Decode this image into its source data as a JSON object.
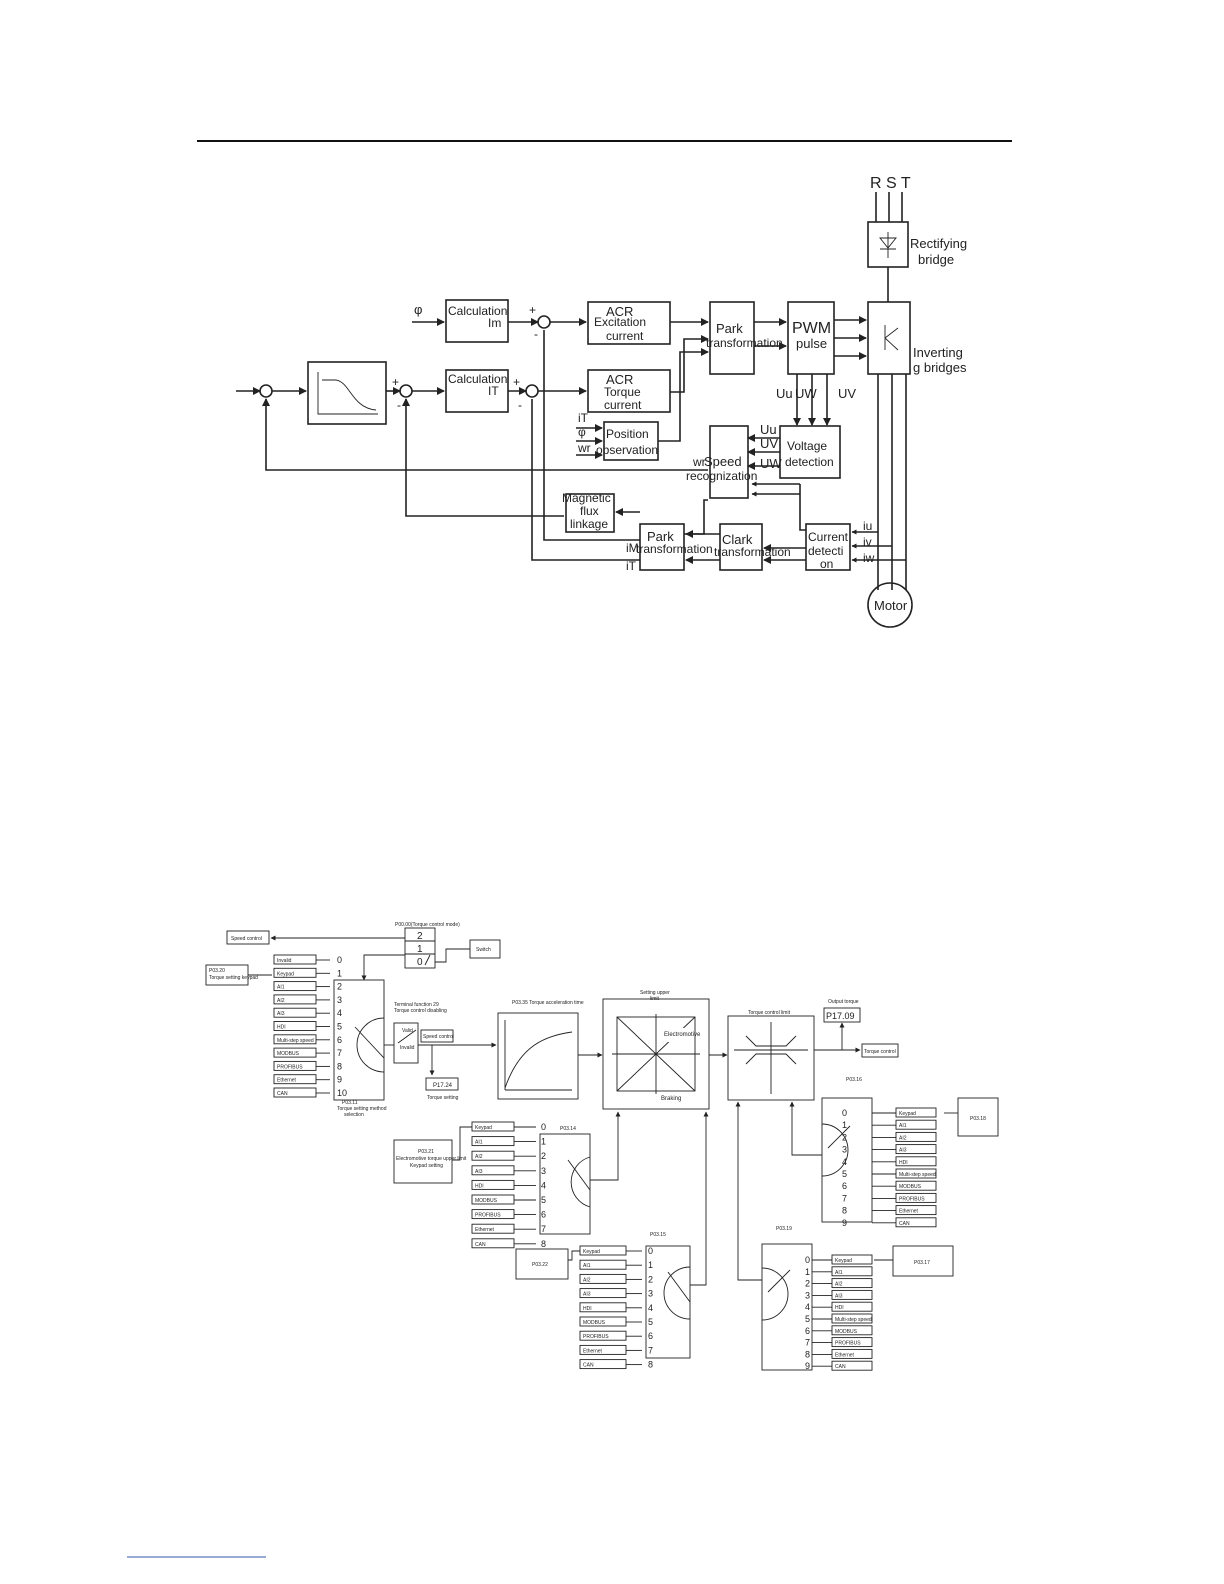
{
  "diagram1": {
    "supply": "R S T",
    "rectifying_bridge": [
      "Rectifying",
      "bridge"
    ],
    "inverting_bridge": [
      "Inverting",
      "g bridges"
    ],
    "phi_input": "φ",
    "calc_im": [
      "Calculation",
      "Im"
    ],
    "calc_it": [
      "Calculation",
      "IT"
    ],
    "acr_excitation": [
      "ACR",
      "Excitation",
      "current"
    ],
    "acr_torque": [
      "ACR",
      "Torque",
      "current"
    ],
    "park_top": [
      "Park",
      "transformation"
    ],
    "pwm": [
      "PWM",
      "pulse"
    ],
    "pwm_outputs": [
      "Uu",
      "UW",
      "UV"
    ],
    "position_observation": [
      "Position",
      "observation"
    ],
    "voltage_detection": [
      "Voltage",
      "detection"
    ],
    "voltage_inputs": [
      "Uu",
      "UV",
      "UW"
    ],
    "speed_recognization": [
      "Speed",
      "recognization"
    ],
    "magnetic_flux": [
      "Magnetic",
      "flux",
      "linkage"
    ],
    "park_bottom": [
      "Park",
      "transformation"
    ],
    "clark": [
      "Clark",
      "transformation"
    ],
    "current_detection": [
      "Current",
      "detecti",
      "on"
    ],
    "current_labels": [
      "iu",
      "iv",
      "iw"
    ],
    "obs_inputs": [
      "iT",
      "φ",
      "wr"
    ],
    "park_out": [
      "iM",
      "iT"
    ],
    "wr_label": "wr",
    "motor": "Motor",
    "signs": [
      "+",
      "-",
      "+",
      "-",
      "+",
      "-"
    ]
  },
  "diagram2": {
    "speed_control": "Speed control",
    "torque_mode_title": "P00.00(Torque control mode)",
    "mode_values": [
      "2",
      "1",
      "0"
    ],
    "switch": "Switch",
    "p0300_box": [
      "P03.20",
      "Torque setting keypad"
    ],
    "left_inputs": [
      "Invalid",
      "Keypad",
      "AI1",
      "AI2",
      "AI3",
      "HDI",
      "Multi-step speed",
      "MODBUS",
      "PROFIBUS",
      "Ethernet",
      "CAN"
    ],
    "left_numbers": [
      "0",
      "1",
      "2",
      "3",
      "4",
      "5",
      "6",
      "7",
      "8",
      "9",
      "10"
    ],
    "left_selector_label": [
      "P03.11",
      "Torque setting method",
      "selection"
    ],
    "torque_valid": [
      "Terminal function 29",
      "Torque control disabling"
    ],
    "valid_invalid": [
      "Valid",
      "Invalid"
    ],
    "speed_control_2": "Speed control",
    "p1724": "P17.24",
    "torque_setting": "Torque setting",
    "accel_box": "P03.35 Torque acceleration time",
    "upper_limit_title": [
      "Setting upper",
      "limit"
    ],
    "electromotive": "Electromotive",
    "braking": "Braking",
    "torque_control_limit": "Torque control limit",
    "output_torque": "Output torque",
    "p1709": "P17.09",
    "torque_control_out": "Torque control",
    "mid_inputs": [
      "Keypad",
      "AI1",
      "AI2",
      "AI3",
      "HDI",
      "MODBUS",
      "PROFIBUS",
      "Ethernet",
      "CAN"
    ],
    "mid_numbers": [
      "0",
      "1",
      "2",
      "3",
      "4",
      "5",
      "6",
      "7",
      "8"
    ],
    "p0314": "P03.14",
    "p0321_box": [
      "P03.21",
      "Electromotive torque upper limit",
      "Keypad setting"
    ],
    "bottom_mid_inputs": [
      "Keypad",
      "AI1",
      "AI2",
      "AI3",
      "HDI",
      "MODBUS",
      "PROFIBUS",
      "Ethernet",
      "CAN"
    ],
    "bottom_mid_numbers": [
      "0",
      "1",
      "2",
      "3",
      "4",
      "5",
      "6",
      "7",
      "8"
    ],
    "p0315": "P03.15",
    "p0322": "P03.22",
    "right_inputs": [
      "Keypad",
      "AI1",
      "AI2",
      "AI3",
      "HDI",
      "Multi-step speed",
      "MODBUS",
      "PROFIBUS",
      "Ethernet",
      "CAN"
    ],
    "right_numbers": [
      "0",
      "1",
      "2",
      "3",
      "4",
      "5",
      "6",
      "7",
      "8",
      "9"
    ],
    "p0316": "P03.16",
    "p0318": "P03.18",
    "bottom_right_inputs": [
      "Keypad",
      "AI1",
      "AI2",
      "AI3",
      "HDI",
      "Multi-step speed",
      "MODBUS",
      "PROFIBUS",
      "Ethernet",
      "CAN"
    ],
    "bottom_right_numbers": [
      "0",
      "1",
      "2",
      "3",
      "4",
      "5",
      "6",
      "7",
      "8",
      "9"
    ],
    "p0319": "P03.19",
    "p0317": "P03.17"
  }
}
